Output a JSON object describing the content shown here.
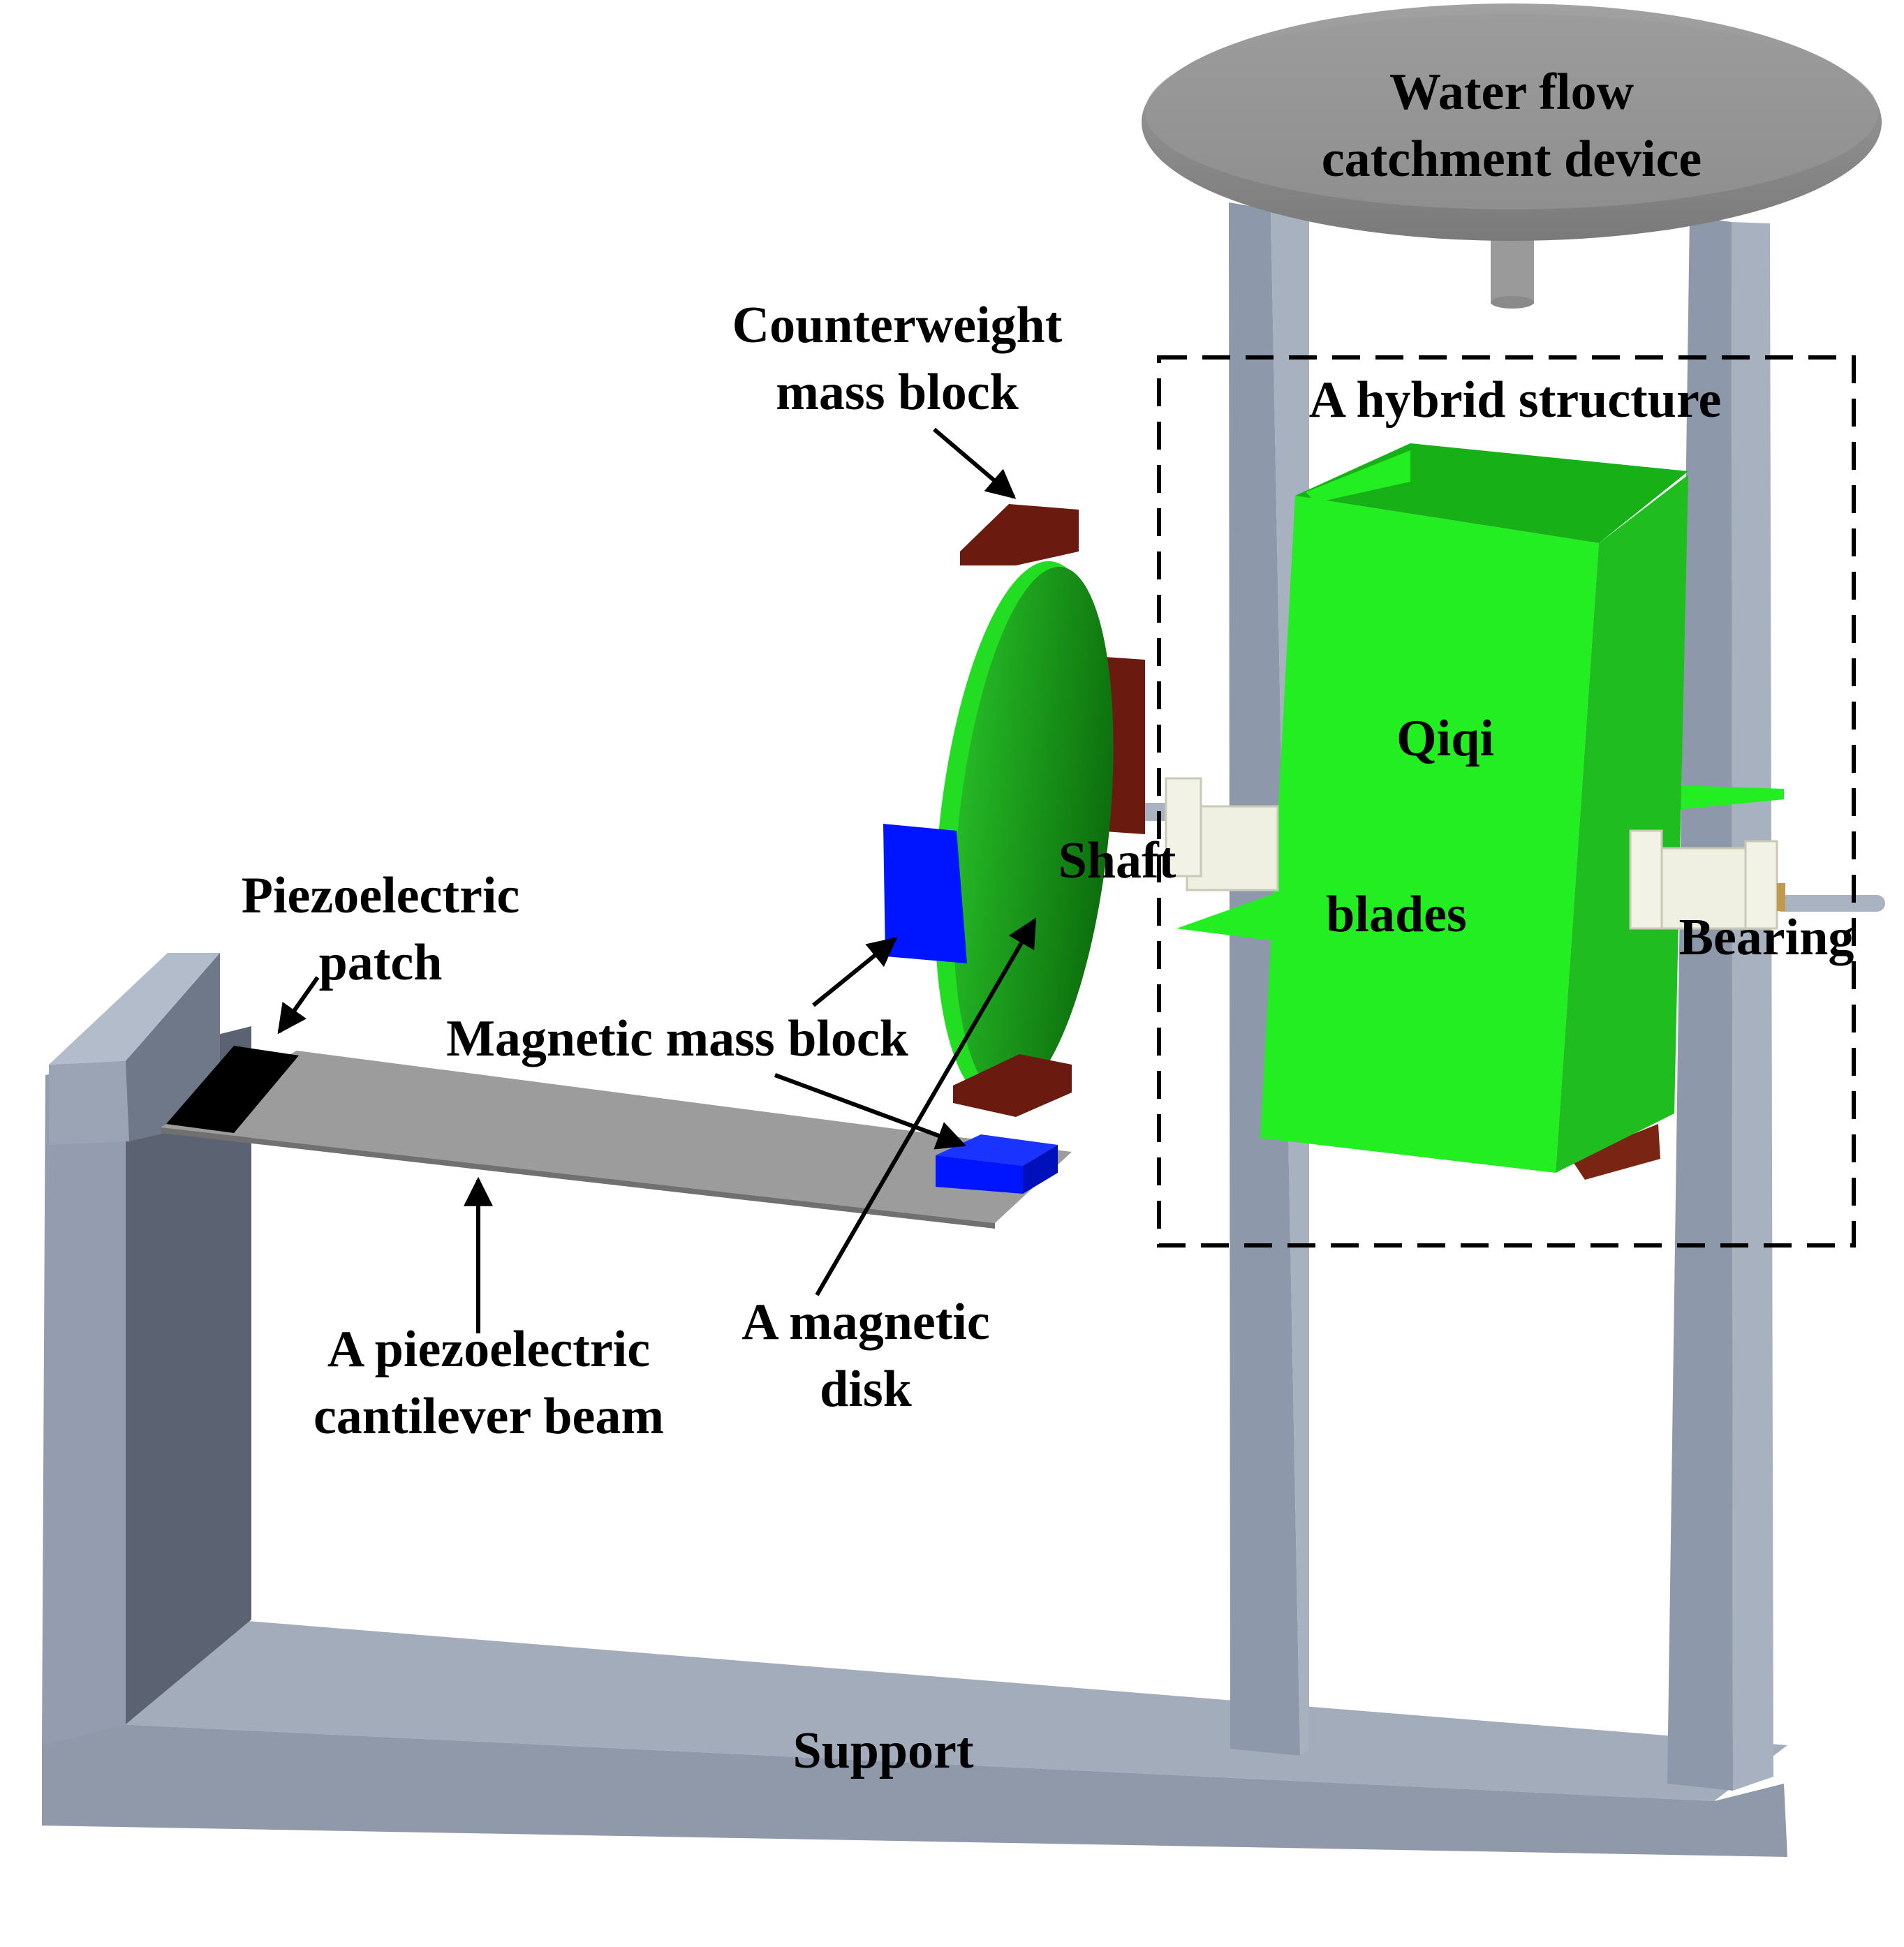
{
  "labels": {
    "catchment": [
      "Water flow",
      "catchment device"
    ],
    "counterweight": [
      "Counterweight",
      "mass block"
    ],
    "hybrid": "A hybrid structure",
    "qiqi": "Qiqi",
    "shaft": "Shaft",
    "blades": "blades",
    "bearing": "Bearing",
    "piezo_patch": [
      "Piezoelectric",
      "patch"
    ],
    "magnetic_mass": "Magnetic mass block",
    "cantilever": [
      "A piezoelectric",
      "cantilever beam"
    ],
    "disk": [
      "A magnetic",
      "disk"
    ],
    "support": "Support"
  },
  "colors": {
    "support": "#8d99ab",
    "support_dark": "#5b6372",
    "support_light": "#aab4c3",
    "green": "#22ee22",
    "green_dark": "#17b117",
    "disk_green": "#1c8a1c",
    "magnet": "#0015ff",
    "mass": "#6b1a10",
    "beam": "#9c9c9c",
    "patch": "#000000",
    "bearing": "#efefe2",
    "catchment": "#8c8c8c"
  }
}
